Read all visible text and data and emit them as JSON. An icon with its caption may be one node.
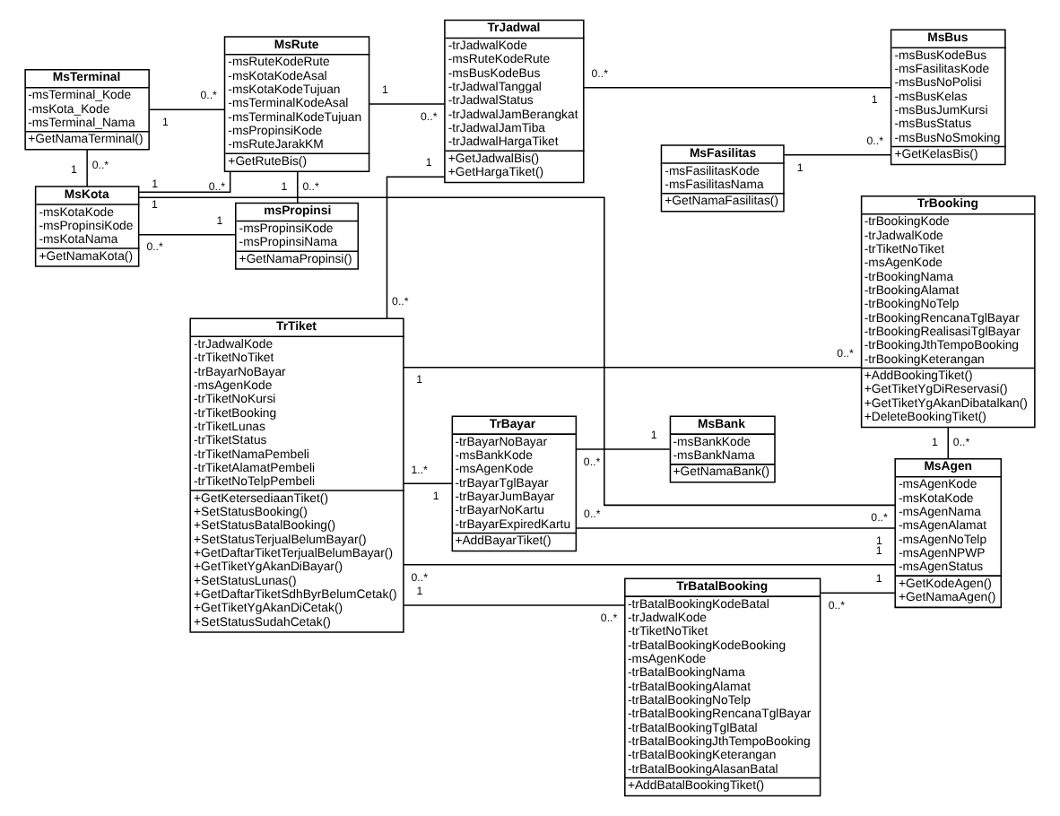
{
  "diagram": {
    "nodes": [
      {
        "text": [
          "MsTerminal",
          "-msTerminal_Kode -msKota_Kode -msTerminal_Nama",
          "+GetNamaTerminal()"
        ],
        "beside": [
          "1",
          "0..*"
        ]
      },
      {
        "text": [
          "MsRute",
          "-msRuteKodeRute -msKotaKodeAsal -msKotaKodeTujuan -msTerminalKodeAsal -msTerminalKodeTujuan -msPropinsiKode -msRuteJarakKM",
          "+GetRuteBis()"
        ],
        "beside": [
          "0..*",
          "0..*",
          "0..*",
          "1"
        ]
      },
      {
        "text": [
          "TrJadwal",
          "-trJadwalKode -msRuteKodeRute -msBusKodeBus -trJadwalTanggal -trJadwalStatus -trJadwalJamBerangkat -trJadwalJamTiba -trJadwalHargaTiket",
          "+GetJadwalBis() +GetHargaTiket()"
        ],
        "beside": [
          "0..*",
          "0..*",
          "1"
        ]
      },
      {
        "text": [
          "MsFasilitas",
          "-msFasilitasKode -msFasilitasNama",
          "+GetNamaFasilitas()"
        ],
        "beside": [
          "1"
        ]
      },
      {
        "text": [
          "MsBus",
          "-msBusKodeBus -msFasilitasKode -msBusNoPolisi -msBusKelas -msBusJumKursi -msBusStatus -msBusNoSmoking",
          "+GetKelasBis()"
        ],
        "beside": [
          "0..*",
          "1"
        ]
      },
      {
        "text": [
          "MsKota",
          "-msKotaKode -msPropinsiKode -msKotaNama",
          "+GetNamaKota()"
        ],
        "beside": [
          "1",
          "1",
          "0..*",
          "1"
        ]
      },
      {
        "text": [
          "msPropinsi",
          "-msPropinsiKode -msPropinsiNama",
          "+GetNamaPropinsi()"
        ],
        "beside": [
          "1",
          "1"
        ]
      },
      {
        "text": [
          "TrBatalBooking",
          "-trBatalBookingKodeBatal -trJadwalKode -trTiketNoTiket -trBatalBookingKodeBooking -msAgenKode -trBatalBookingNama -trBatalBookingAlamat -trBatalBookingNoTelp -trBatalBookingRencanaTglBayar -trBatalBookingTglBatal -trBatalBookingJthTempoBooking -trBatalBookingKeterangan -trBatalBookingAlasanBatal",
          "+AddBatalBookingTiket()"
        ],
        "beside": [
          "0..*",
          "0..*"
        ]
      },
      {
        "text": [
          "TrBooking",
          "-trBookingKode -trJadwalKode -trTiketNoTiket -msAgenKode -trBookingNama -trBookingAlamat -trBookingNoTelp -trBookingRencanaTglBayar -trBookingRealisasiTglBayar -trBookingJthTempoBooking -trBookingKeterangan",
          "+AddBookingTiket() +GetTiketYgDiReservasi() +GetTiketYgAkanDibatalkan() +DeleteBookingTiket()"
        ],
        "beside": [
          "0..*",
          "0..*"
        ]
      },
      {
        "text": [
          "TrTiket",
          "-trJadwalKode -trTiketNoTiket -trBayarNoBayar -msAgenKode -trTiketNoKursi -trTiketBooking -trTiketLunas -trTiketStatus -trTiketNamaPembeli -trTiketAlamatPembeli -trTiketNoTelpPembeli",
          "+GetKetersediaanTiket() +SetStatusBooking() +SetStatusBatalBooking() +SetStatusTerjualBelumBayar() +GetDaftarTiketTerjualBelumBayar() +GetTiketYgAkanDiBayar() +SetStatusLunas() +GetDaftarTiketSdhByrBelumCetak() +GetTiketYgAkanDiCetak() +SetStatusSudahCetak()"
        ],
        "beside": [
          "0..*",
          "1",
          "1",
          "1..*",
          "0..*"
        ]
      },
      {
        "text": [
          "TrBayar",
          "-trBayarNoBayar -msBankKode -msAgenKode -trBayarTglBayar -trBayarJumBayar -trBayarNoKartu -trBayarExpiredKartu",
          "+AddBayarTiket()"
        ],
        "beside": [
          "1",
          "0..*",
          "0..*"
        ]
      },
      {
        "text": [
          "MsBank",
          "-msBankKode -msBankNama",
          "+GetNamaBank()"
        ],
        "beside": [
          "1"
        ]
      },
      {
        "text": [
          "MsAgen",
          "-msAgenKode -msKotaKode -msAgenNama -msAgenAlamat -msAgenNoTelp -msAgenNPWP -msAgenStatus",
          "+GetKodeAgen() +GetNamaAgen()"
        ],
        "beside": [
          "1",
          "1",
          "1",
          "1",
          "0..*"
        ]
      }
    ],
    "edges": [
      {
        "from": 0,
        "to": 1,
        "arrow": "none"
      },
      {
        "from": 0,
        "to": 5,
        "arrow": "none"
      },
      {
        "from": 5,
        "to": 1,
        "arrow": "none"
      },
      {
        "from": 1,
        "to": 6,
        "arrow": "none"
      },
      {
        "from": 5,
        "to": 6,
        "arrow": "none"
      },
      {
        "from": 1,
        "to": 2,
        "arrow": "none"
      },
      {
        "from": 3,
        "to": 4,
        "arrow": "none"
      },
      {
        "from": 2,
        "to": 4,
        "arrow": "none"
      },
      {
        "from": 2,
        "to": 9,
        "arrow": "none"
      },
      {
        "from": 9,
        "to": 7,
        "arrow": "none"
      },
      {
        "from": 9,
        "to": 8,
        "arrow": "none"
      },
      {
        "from": 9,
        "to": 10,
        "arrow": "none"
      },
      {
        "from": 10,
        "to": 11,
        "arrow": "none"
      },
      {
        "from": 10,
        "to": 12,
        "arrow": "none"
      },
      {
        "from": 9,
        "to": 12,
        "arrow": "none"
      },
      {
        "from": 8,
        "to": 12,
        "arrow": "none"
      },
      {
        "from": 7,
        "to": 12,
        "arrow": "none"
      },
      {
        "from": 5,
        "to": 12,
        "arrow": "none"
      }
    ]
  }
}
